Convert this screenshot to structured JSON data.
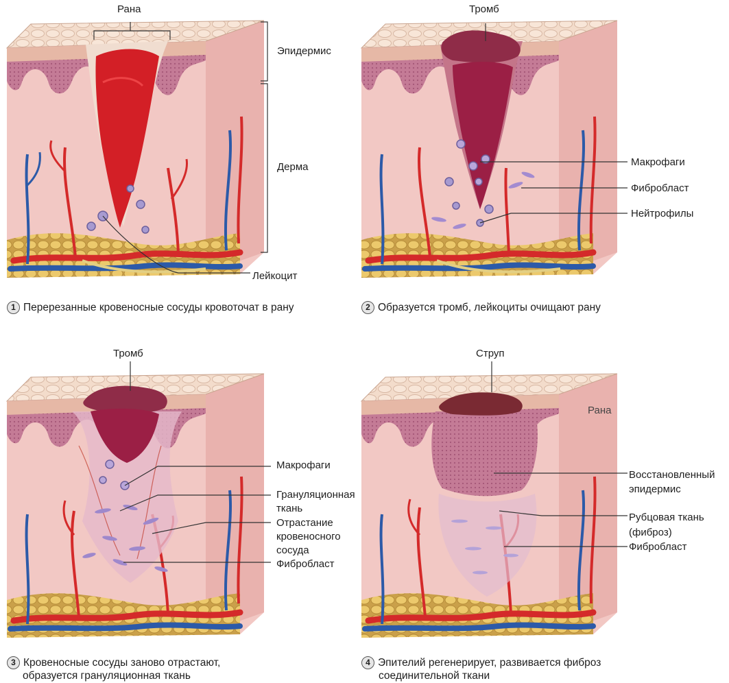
{
  "panels": [
    {
      "number": "1",
      "caption_lines": [
        "Перерезанные кровеносные сосуды кровоточат в рану"
      ],
      "top_label": "Рана",
      "labels": [
        "Лейкоцит"
      ],
      "brackets": [
        "Эпидермис",
        "Дерма"
      ]
    },
    {
      "number": "2",
      "caption_lines": [
        "Образуется тромб, лейкоциты очищают рану"
      ],
      "top_label": "Тромб",
      "labels": [
        "Макрофаги",
        "Фибробласт",
        "Нейтрофилы"
      ]
    },
    {
      "number": "3",
      "caption_lines": [
        "Кровеносные сосуды заново отрастают,",
        "образуется грануляционная ткань"
      ],
      "top_label": "Тромб",
      "labels": [
        "Макрофаги",
        "Грануляционная",
        "ткань",
        "Отрастание",
        "кровеносного",
        "сосуда",
        "Фибробласт"
      ]
    },
    {
      "number": "4",
      "caption_lines": [
        "Эпителий регенерирует, развивается фиброз",
        "соединительной ткани"
      ],
      "top_label": "Струп",
      "labels": [
        "Рана",
        "Восстановленный",
        "эпидермис",
        "Рубцовая ткань",
        "(фиброз)",
        "Фибробласт"
      ]
    }
  ],
  "colors": {
    "dermis": "#f2c8c4",
    "epidermis": "#c27592",
    "skin_top": "#f1d6c4",
    "blood": "#d31f26",
    "clot": "#9b1f45",
    "scab": "#7a2a33",
    "artery": "#d42a2a",
    "vein": "#2c5aa8",
    "fat": "#e8c56a"
  }
}
